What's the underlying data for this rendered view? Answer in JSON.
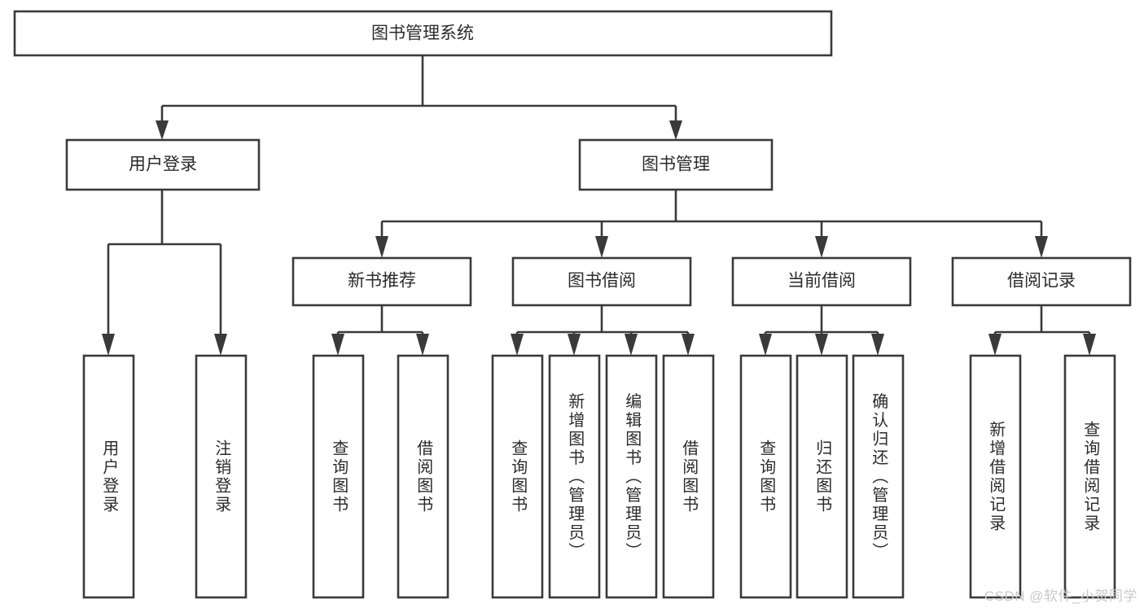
{
  "diagram": {
    "title": "图书管理系统",
    "type": "tree-hierarchy",
    "watermark": "CSDN @软件_小贺同学",
    "colors": {
      "background": "#ffffff",
      "box_fill": "#ffffff",
      "box_stroke": "#3a3a3a",
      "text": "#2b2b2b",
      "watermark": "#c9c9c9"
    },
    "root": {
      "label": "图书管理系统",
      "orientation": "horizontal"
    },
    "level2": [
      {
        "label": "用户登录",
        "orientation": "horizontal"
      },
      {
        "label": "图书管理",
        "orientation": "horizontal"
      }
    ],
    "level3": [
      {
        "label": "新书推荐",
        "orientation": "horizontal"
      },
      {
        "label": "图书借阅",
        "orientation": "horizontal"
      },
      {
        "label": "当前借阅",
        "orientation": "horizontal"
      },
      {
        "label": "借阅记录",
        "orientation": "horizontal"
      }
    ],
    "leaves": {
      "user_login": [
        {
          "label": "用户登录",
          "orientation": "vertical"
        },
        {
          "label": "注销登录",
          "orientation": "vertical"
        }
      ],
      "new_book_recommend": [
        {
          "label": "查询图书",
          "orientation": "vertical"
        },
        {
          "label": "借阅图书",
          "orientation": "vertical"
        }
      ],
      "book_borrow": [
        {
          "label": "查询图书",
          "orientation": "vertical"
        },
        {
          "label": "新增图书（管理员）",
          "orientation": "vertical"
        },
        {
          "label": "编辑图书（管理员）",
          "orientation": "vertical"
        },
        {
          "label": "借阅图书",
          "orientation": "vertical"
        }
      ],
      "current_borrow": [
        {
          "label": "查询图书",
          "orientation": "vertical"
        },
        {
          "label": "归还图书",
          "orientation": "vertical"
        },
        {
          "label": "确认归还（管理员）",
          "orientation": "vertical"
        }
      ],
      "borrow_record": [
        {
          "label": "新增借阅记录",
          "orientation": "vertical"
        },
        {
          "label": "查询借阅记录",
          "orientation": "vertical"
        }
      ]
    }
  }
}
